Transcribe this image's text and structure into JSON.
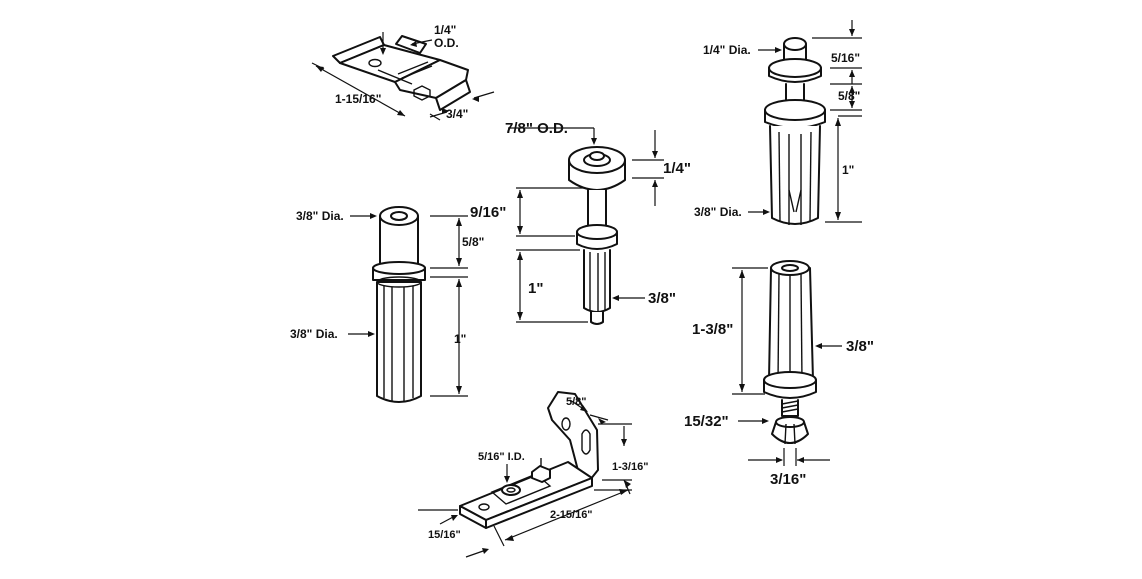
{
  "colors": {
    "ink": "#111111",
    "background": "#ffffff"
  },
  "parts": {
    "top_bracket": {
      "od_label_1": "1/4\"",
      "od_label_2": "O.D.",
      "length_label": "1-15/16\"",
      "width_label": "3/4\""
    },
    "left_pivot": {
      "top_dia_label": "3/8\" Dia.",
      "bottom_dia_label": "3/8\" Dia.",
      "upper_len_label": "5/8\"",
      "lower_len_label": "1\""
    },
    "center_pivot": {
      "od_label": "7/8\" O.D.",
      "wheel_label": "1/4\"",
      "shaft_label": "9/16\"",
      "lower_len_label": "1\"",
      "dia_label": "3/8\""
    },
    "right_top_pivot": {
      "top_dia_label": "1/4\" Dia.",
      "top_len_label": "5/16\"",
      "mid_len_label": "5/8\"",
      "lower_len_label": "1\"",
      "bottom_dia_label": "3/8\" Dia."
    },
    "right_bottom_pivot": {
      "len_label": "1-3/8\"",
      "dia_label": "3/8\"",
      "thread_label": "15/32\"",
      "tip_label": "3/16\""
    },
    "bottom_bracket": {
      "top_label": "5/8\"",
      "id_label": "5/16\" I.D.",
      "height_label": "1-3/16\"",
      "length_label": "2-15/16\"",
      "width_label": "15/16\""
    }
  }
}
